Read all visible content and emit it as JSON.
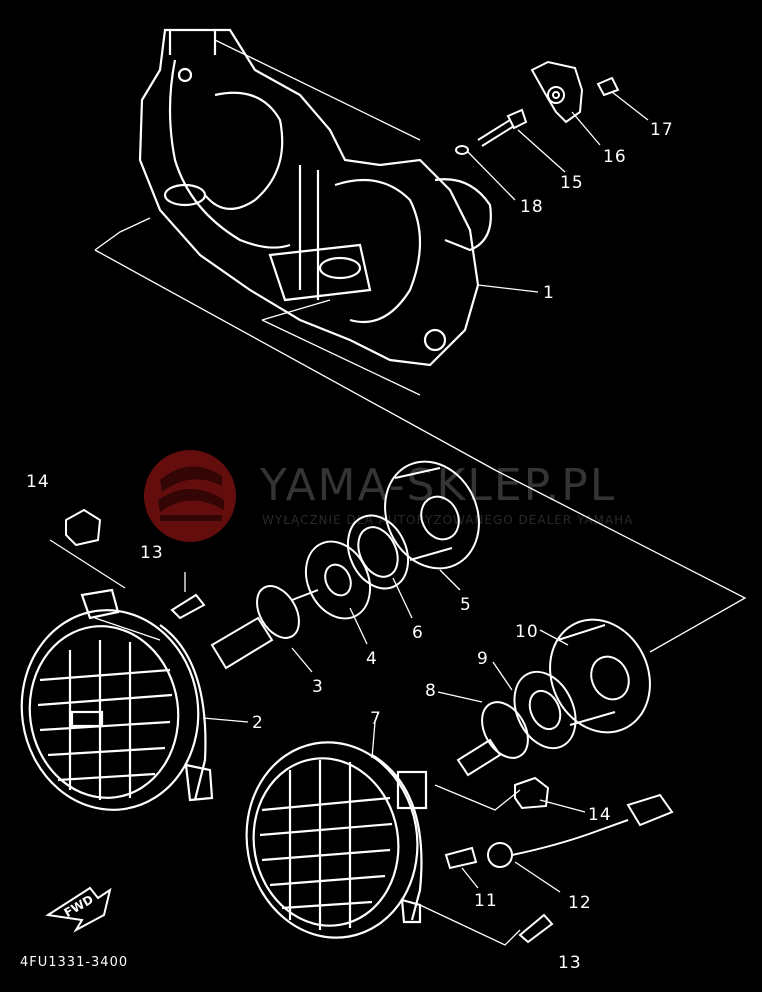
{
  "diagram": {
    "callouts": {
      "c1": "1",
      "c2": "2",
      "c3": "3",
      "c4": "4",
      "c5": "5",
      "c6": "6",
      "c7": "7",
      "c8": "8",
      "c9": "9",
      "c10": "10",
      "c11": "11",
      "c12": "12",
      "c13_top": "13",
      "c13_bottom": "13",
      "c14_top": "14",
      "c14_right": "14",
      "c15": "15",
      "c16": "16",
      "c17": "17",
      "c18": "18"
    },
    "fwd_label": "FWD",
    "drawing_code": "4FU1331-3400"
  },
  "watermark": {
    "title": "YAMA-SKLEP.PL",
    "subtitle": "WYŁĄCZNIE DLA AUTORYZOWANEGO DEALER YAMAHA"
  },
  "colors": {
    "background": "#000000",
    "lines": "#ffffff",
    "watermark_logo": "#7a1010"
  }
}
